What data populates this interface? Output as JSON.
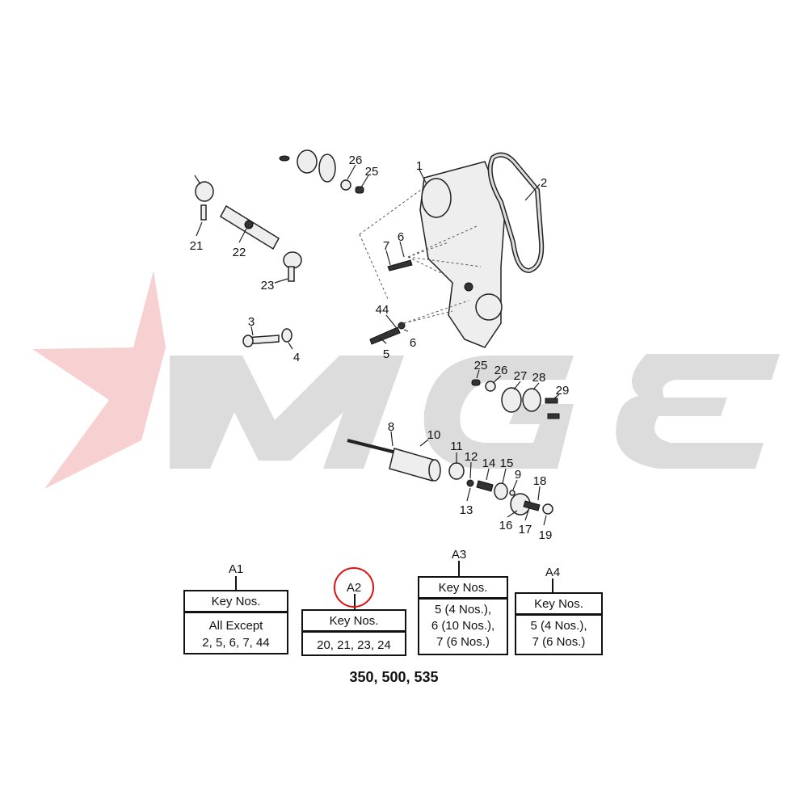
{
  "watermark": {
    "text": "MGE",
    "star_color": "#f4c6c6",
    "letters_color": "#d9d9d9"
  },
  "part_labels": [
    "1",
    "2",
    "26",
    "25",
    "21",
    "22",
    "23",
    "7",
    "6",
    "44",
    "5",
    "6",
    "3",
    "4",
    "25",
    "26",
    "27",
    "28",
    "29",
    "8",
    "10",
    "11",
    "12",
    "14",
    "15",
    "9",
    "13",
    "18",
    "16",
    "17",
    "19"
  ],
  "assemblies": [
    {
      "tag": "A1",
      "header": "Key Nos.",
      "body": [
        "All Except",
        "2, 5, 6, 7, 44"
      ]
    },
    {
      "tag": "A2",
      "header": "Key Nos.",
      "body": [
        "20, 21, 23, 24"
      ],
      "highlighted": true
    },
    {
      "tag": "A3",
      "header": "Key Nos.",
      "body": [
        "5 (4 Nos.),",
        "6 (10 Nos.),",
        "7 (6 Nos.)"
      ]
    },
    {
      "tag": "A4",
      "header": "Key Nos.",
      "body": [
        "5 (4 Nos.),",
        "7 (6 Nos.)"
      ]
    }
  ],
  "highlight_color": "#e01010",
  "models": "350, 500, 535"
}
